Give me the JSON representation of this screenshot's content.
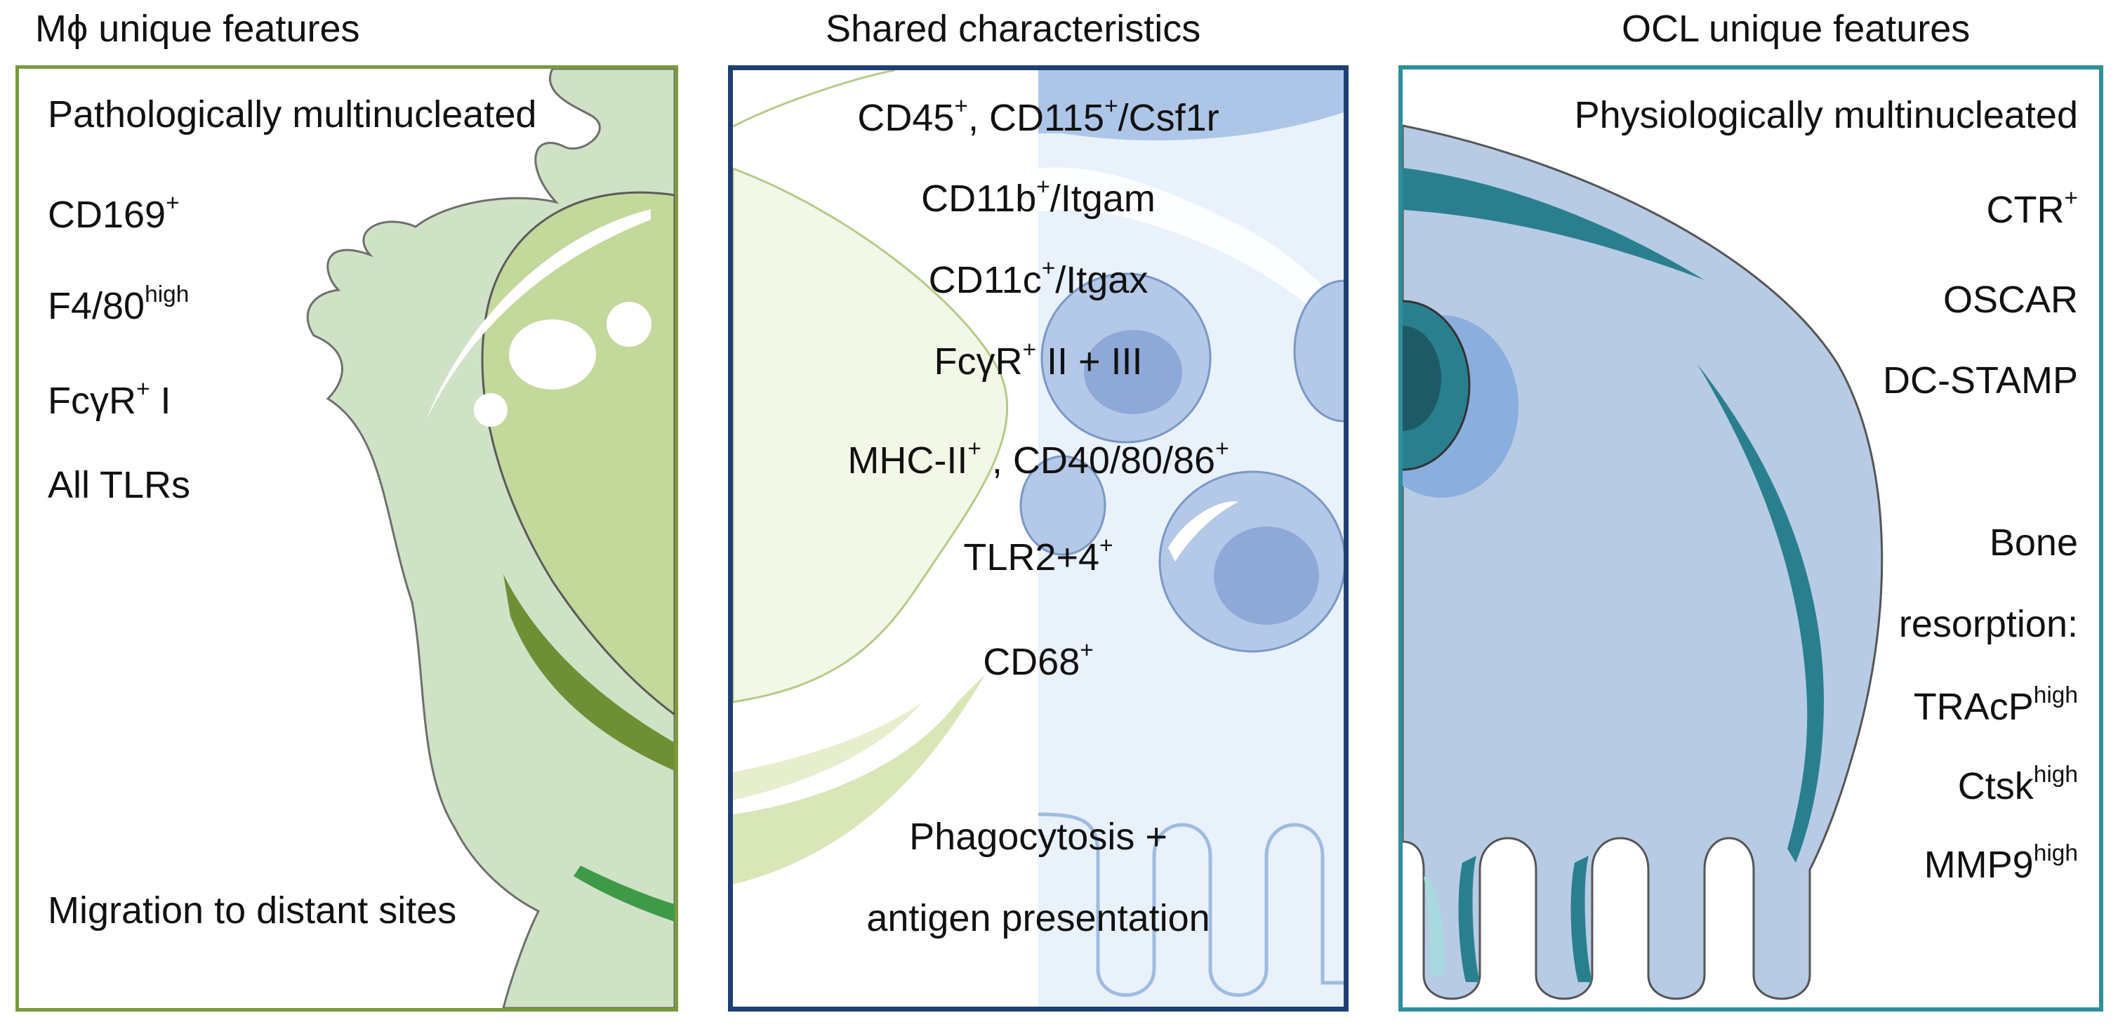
{
  "headings": {
    "left": "Mϕ unique features",
    "middle": "Shared characteristics",
    "right": "OCL unique features"
  },
  "colors": {
    "left_border": "#7a9a3c",
    "middle_border": "#1f3f74",
    "right_border": "#2f8f9a",
    "macrophage_fill": "#cfe2c6",
    "macrophage_nucleus": "#c3d89b",
    "osteoclast_fill": "#b8cbe4",
    "osteoclast_accent": "#2a7f8f"
  },
  "macrophage": {
    "lines": [
      {
        "text": "Pathologically multinucleated",
        "sup": ""
      },
      {
        "text": "CD169",
        "sup": "+"
      },
      {
        "text": "F4/80",
        "sup": "high"
      },
      {
        "text": "FcγR",
        "sup": "+",
        "after": " I"
      },
      {
        "text": "All TLRs",
        "sup": ""
      }
    ],
    "bottom": "Migration to distant sites"
  },
  "shared": {
    "lines": [
      {
        "segments": [
          {
            "t": "CD45"
          },
          {
            "s": "+"
          },
          {
            "t": ", CD115"
          },
          {
            "s": "+"
          },
          {
            "t": "/Csf1r"
          }
        ]
      },
      {
        "segments": [
          {
            "t": "CD11b"
          },
          {
            "s": "+"
          },
          {
            "t": "/Itgam"
          }
        ]
      },
      {
        "segments": [
          {
            "t": "CD11c"
          },
          {
            "s": "+"
          },
          {
            "t": "/Itgax"
          }
        ]
      },
      {
        "segments": [
          {
            "t": "FcγR"
          },
          {
            "s": "+"
          },
          {
            "t": " II + III"
          }
        ]
      },
      {
        "segments": [
          {
            "t": "MHC-II"
          },
          {
            "s": "+"
          },
          {
            "t": " , CD40/80/86"
          },
          {
            "s": "+"
          }
        ]
      },
      {
        "segments": [
          {
            "t": "TLR2+4"
          },
          {
            "s": "+"
          }
        ]
      },
      {
        "segments": [
          {
            "t": "CD68"
          },
          {
            "s": "+"
          }
        ]
      }
    ],
    "bottom": [
      "Phagocytosis +",
      "antigen presentation"
    ]
  },
  "osteoclast": {
    "lines": [
      {
        "text": "Physiologically multinucleated",
        "sup": ""
      },
      {
        "text": "CTR",
        "sup": "+"
      },
      {
        "text": "OSCAR",
        "sup": ""
      },
      {
        "text": "DC-STAMP",
        "sup": ""
      }
    ],
    "function": [
      {
        "text": "Bone",
        "sup": ""
      },
      {
        "text": "resorption:",
        "sup": ""
      },
      {
        "text": "TRAcP",
        "sup": "high"
      },
      {
        "text": "Ctsk",
        "sup": "high"
      },
      {
        "text": "MMP9",
        "sup": "high"
      }
    ]
  }
}
